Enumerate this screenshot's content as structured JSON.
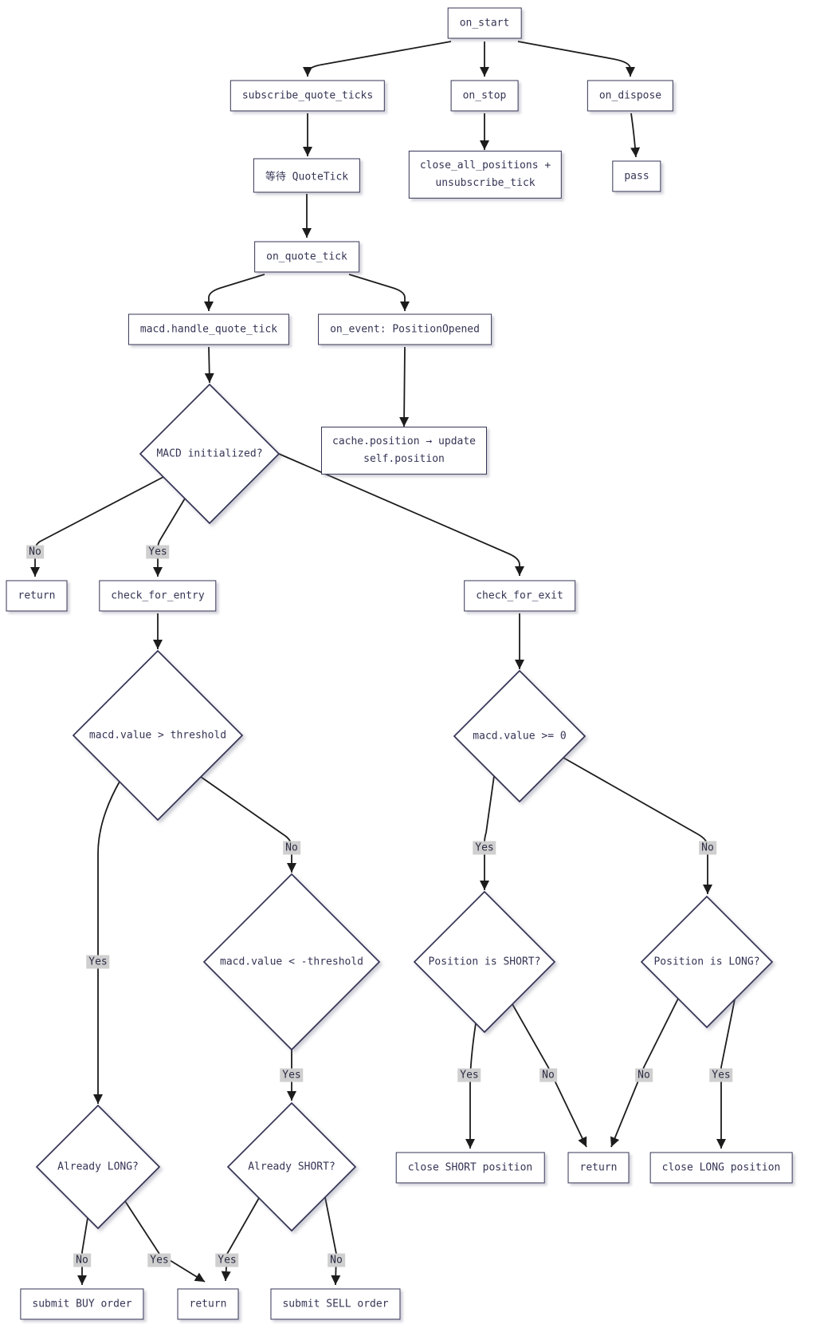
{
  "colors": {
    "node_border": "#343455",
    "node_fill": "#ffffff",
    "node_text": "#343455",
    "edge_line": "#1c1c1c",
    "edge_label_bg": "#cfcfcf",
    "background": "#ffffff"
  },
  "nodes": {
    "on_start": "on_start",
    "subscribe_quote_ticks": "subscribe_quote_ticks",
    "on_stop": "on_stop",
    "on_dispose": "on_dispose",
    "wait_quotetick": "等待 QuoteTick",
    "close_all": {
      "line1": "close_all_positions +",
      "line2": "unsubscribe_tick"
    },
    "pass": "pass",
    "on_quote_tick": "on_quote_tick",
    "macd_handle": "macd.handle_quote_tick",
    "on_event": "on_event: PositionOpened",
    "cache_update": {
      "line1": "cache.position → update",
      "line2": "self.position"
    },
    "return_entry": "return",
    "check_for_entry": "check_for_entry",
    "check_for_exit": "check_for_exit",
    "macd_initialized": "MACD initialized?",
    "macd_gt_threshold": "macd.value > threshold",
    "macd_ge_zero": "macd.value >= 0",
    "macd_lt_neg_threshold": "macd.value < -threshold",
    "position_is_short": "Position is SHORT?",
    "position_is_long": "Position is LONG?",
    "already_long": "Already LONG?",
    "already_short": "Already SHORT?",
    "close_short_position": "close SHORT position",
    "return_exit": "return",
    "close_long_position": "close LONG position",
    "submit_buy_order": "submit BUY order",
    "return_bottom": "return",
    "submit_sell_order": "submit SELL order"
  },
  "edge_labels": {
    "l1": "No",
    "l2": "Yes",
    "l3": "Yes",
    "l4": "No",
    "l5": "Yes",
    "l6": "Yes",
    "l7": "No",
    "l8": "Yes",
    "l9": "No",
    "l10": "No",
    "l11": "Yes",
    "l12": "No",
    "l13": "Yes",
    "l14": "Yes",
    "l15": "No"
  }
}
